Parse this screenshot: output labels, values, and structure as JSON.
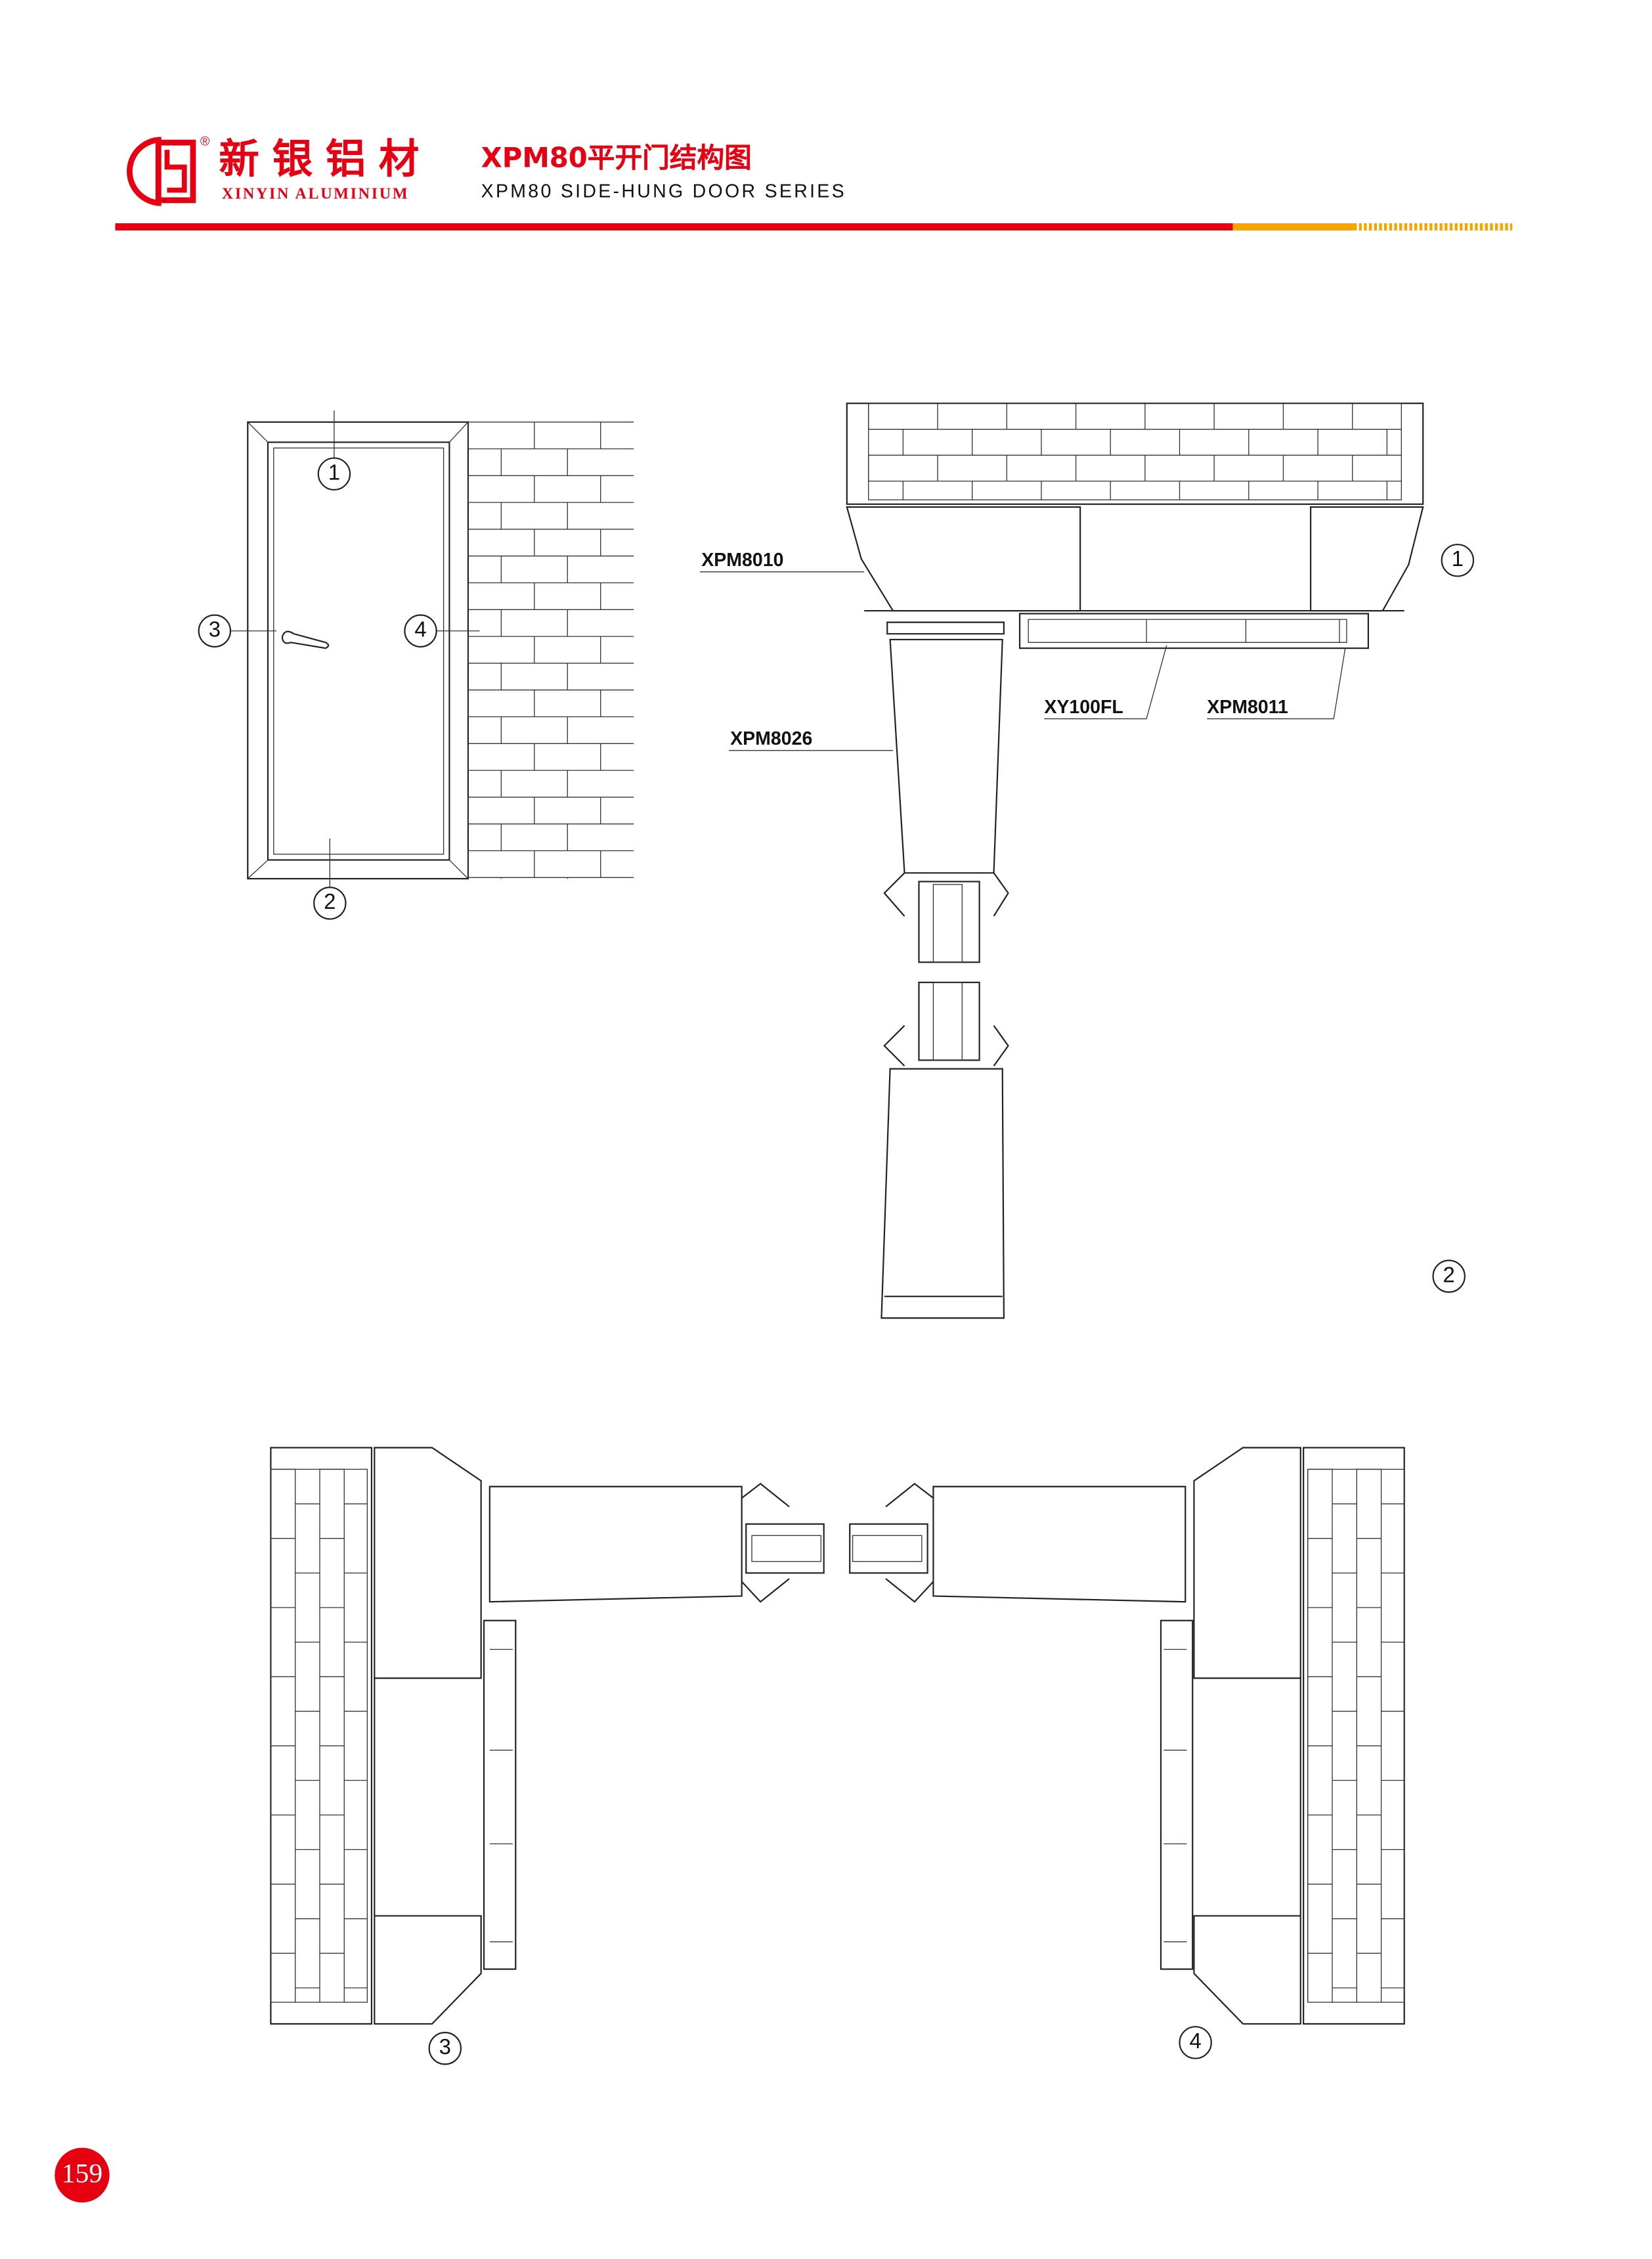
{
  "header": {
    "brand_cn": "新银铝材",
    "brand_en": "XINYIN ALUMINIUM",
    "registered_mark": "®",
    "title_cn": "XPM80平开门结构图",
    "title_en": "XPM80 SIDE-HUNG DOOR SERIES",
    "colors": {
      "brand_red": "#e60012",
      "accent_orange": "#f5a400"
    }
  },
  "elevation": {
    "callouts": [
      "1",
      "2",
      "3",
      "4"
    ]
  },
  "section_vertical": {
    "labels": {
      "head_frame": "XPM8010",
      "sash": "XPM8026",
      "middle": "XY100FL",
      "cover": "XPM8011"
    },
    "callouts": [
      "1",
      "2"
    ]
  },
  "section_horizontal": {
    "callouts": [
      "3",
      "4"
    ]
  },
  "page_number": "159"
}
